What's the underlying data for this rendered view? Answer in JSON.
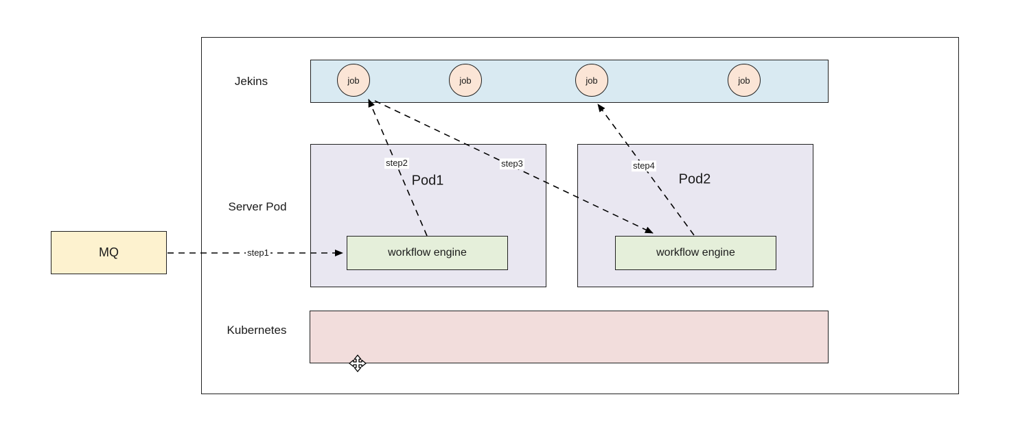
{
  "labels": {
    "jenkins_lane": "Jekins",
    "server_pod_lane": "Server Pod",
    "kubernetes_lane": "Kubernetes",
    "mq": "MQ",
    "pod1": "Pod1",
    "pod2": "Pod2",
    "workflow_engine1": "workflow engine",
    "workflow_engine2": "workflow engine"
  },
  "jobs": [
    {
      "label": "job"
    },
    {
      "label": "job"
    },
    {
      "label": "job"
    },
    {
      "label": "job"
    }
  ],
  "steps": [
    {
      "label": "step1",
      "from": "MQ",
      "to": "workflow engine (Pod1)"
    },
    {
      "label": "step2",
      "from": "workflow engine (Pod1)",
      "to": "job 1"
    },
    {
      "label": "step3",
      "from": "job 1",
      "to": "workflow engine (Pod2)"
    },
    {
      "label": "step4",
      "from": "workflow engine (Pod2)",
      "to": "job 3"
    }
  ],
  "colors": {
    "jenkins_bar_fill": "#d9eaf2",
    "job_circle_fill": "#fbe5d6",
    "pod_box_fill": "#e9e7f1",
    "workflow_engine_fill": "#e5efda",
    "mq_box_fill": "#fdf2cf",
    "kubernetes_bar_fill": "#f2dddc",
    "shape_border": "#1f1f1f",
    "connector": "#000000"
  },
  "cursor": {
    "icon": "move-cursor-icon"
  }
}
